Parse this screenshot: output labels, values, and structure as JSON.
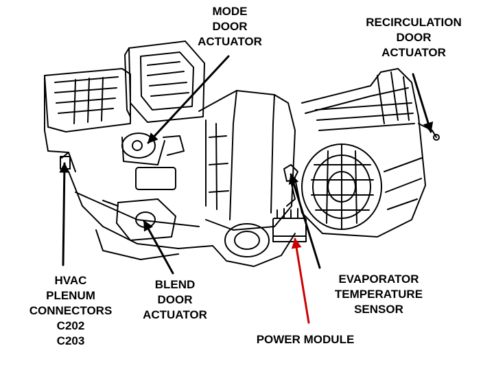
{
  "labels": {
    "mode_door_actuator": [
      "MODE",
      "DOOR",
      "ACTUATOR"
    ],
    "recirculation_door_actuator": [
      "RECIRCULATION",
      "DOOR",
      "ACTUATOR"
    ],
    "hvac_plenum_connectors": [
      "HVAC",
      "PLENUM",
      "CONNECTORS",
      "C202",
      "C203"
    ],
    "blend_door_actuator": [
      "BLEND",
      "DOOR",
      "ACTUATOR"
    ],
    "evaporator_temperature_sensor": [
      "EVAPORATOR",
      "TEMPERATURE",
      "SENSOR"
    ],
    "power_module": "POWER MODULE"
  },
  "colors": {
    "line": "#000000",
    "highlight_arrow": "#cc0000",
    "background": "#ffffff"
  }
}
